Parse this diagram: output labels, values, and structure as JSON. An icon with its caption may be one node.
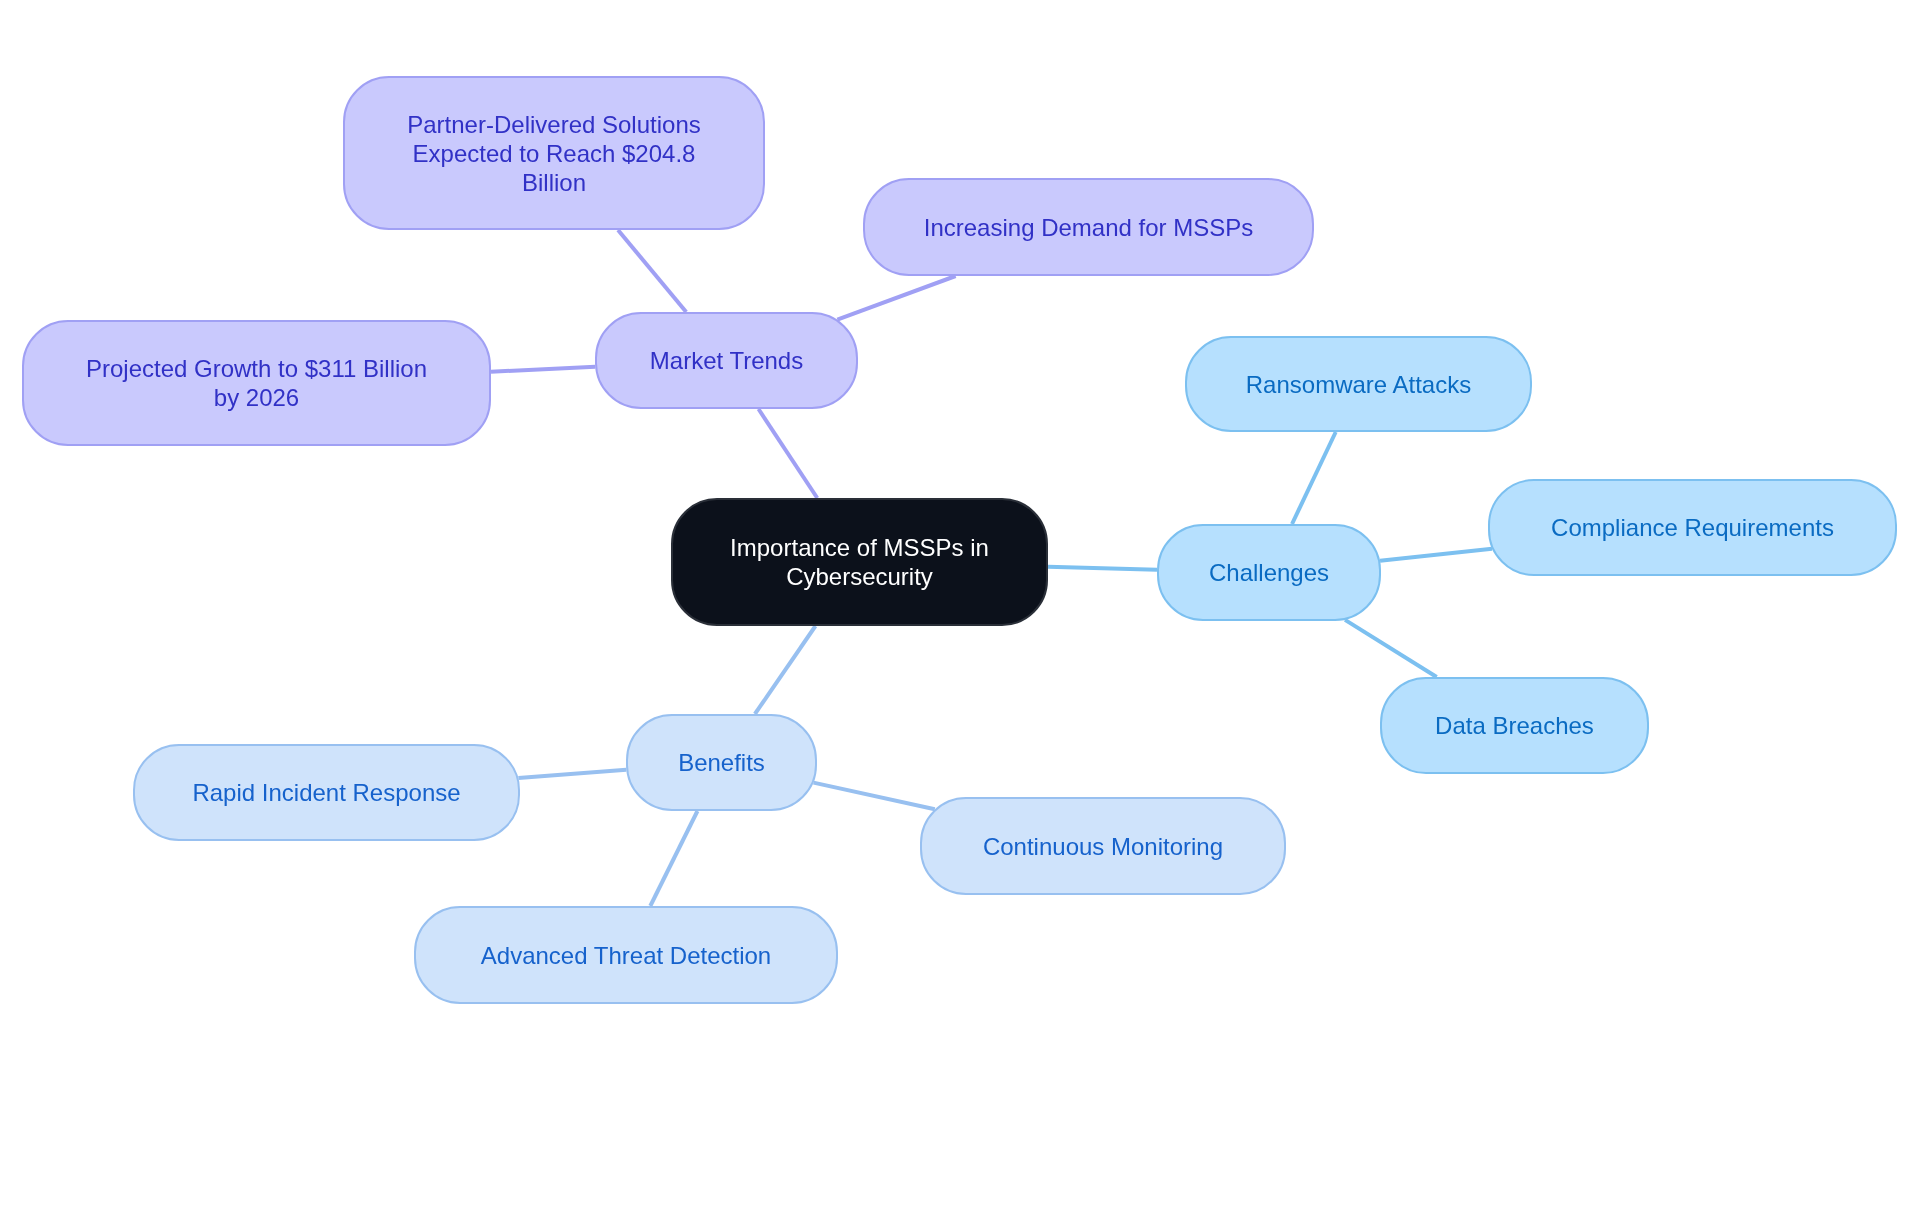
{
  "diagram": {
    "nodes": [
      {
        "text": [
          "Importance of MSSPs in Cybersecurity"
        ]
      },
      {
        "text": [
          "Market Trends"
        ]
      },
      {
        "text": [
          "Partner-Delivered Solutions Expected to Reach $204.8 Billion"
        ]
      },
      {
        "text": [
          "Increasing Demand for MSSPs"
        ]
      },
      {
        "text": [
          "Projected Growth to $311 Billion by 2026"
        ]
      },
      {
        "text": [
          "Challenges"
        ]
      },
      {
        "text": [
          "Ransomware Attacks"
        ]
      },
      {
        "text": [
          "Compliance Requirements"
        ]
      },
      {
        "text": [
          "Data Breaches"
        ]
      },
      {
        "text": [
          "Benefits"
        ]
      },
      {
        "text": [
          "Rapid Incident Response"
        ]
      },
      {
        "text": [
          "Continuous Monitoring"
        ]
      },
      {
        "text": [
          "Advanced Threat Detection"
        ]
      }
    ],
    "edges": [
      {
        "from": 0,
        "to": 1,
        "arrow": "none",
        "color": "#a0a0f4"
      },
      {
        "from": 1,
        "to": 2,
        "arrow": "none",
        "color": "#a0a0f4"
      },
      {
        "from": 1,
        "to": 3,
        "arrow": "none",
        "color": "#a0a0f4"
      },
      {
        "from": 1,
        "to": 4,
        "arrow": "none",
        "color": "#a0a0f4"
      },
      {
        "from": 0,
        "to": 5,
        "arrow": "none",
        "color": "#7cc0f0"
      },
      {
        "from": 5,
        "to": 6,
        "arrow": "none",
        "color": "#7cc0f0"
      },
      {
        "from": 5,
        "to": 7,
        "arrow": "none",
        "color": "#7cc0f0"
      },
      {
        "from": 5,
        "to": 8,
        "arrow": "none",
        "color": "#7cc0f0"
      },
      {
        "from": 0,
        "to": 9,
        "arrow": "none",
        "color": "#98c0f0"
      },
      {
        "from": 9,
        "to": 10,
        "arrow": "none",
        "color": "#98c0f0"
      },
      {
        "from": 9,
        "to": 11,
        "arrow": "none",
        "color": "#98c0f0"
      },
      {
        "from": 9,
        "to": 12,
        "arrow": "none",
        "color": "#98c0f0"
      }
    ]
  }
}
